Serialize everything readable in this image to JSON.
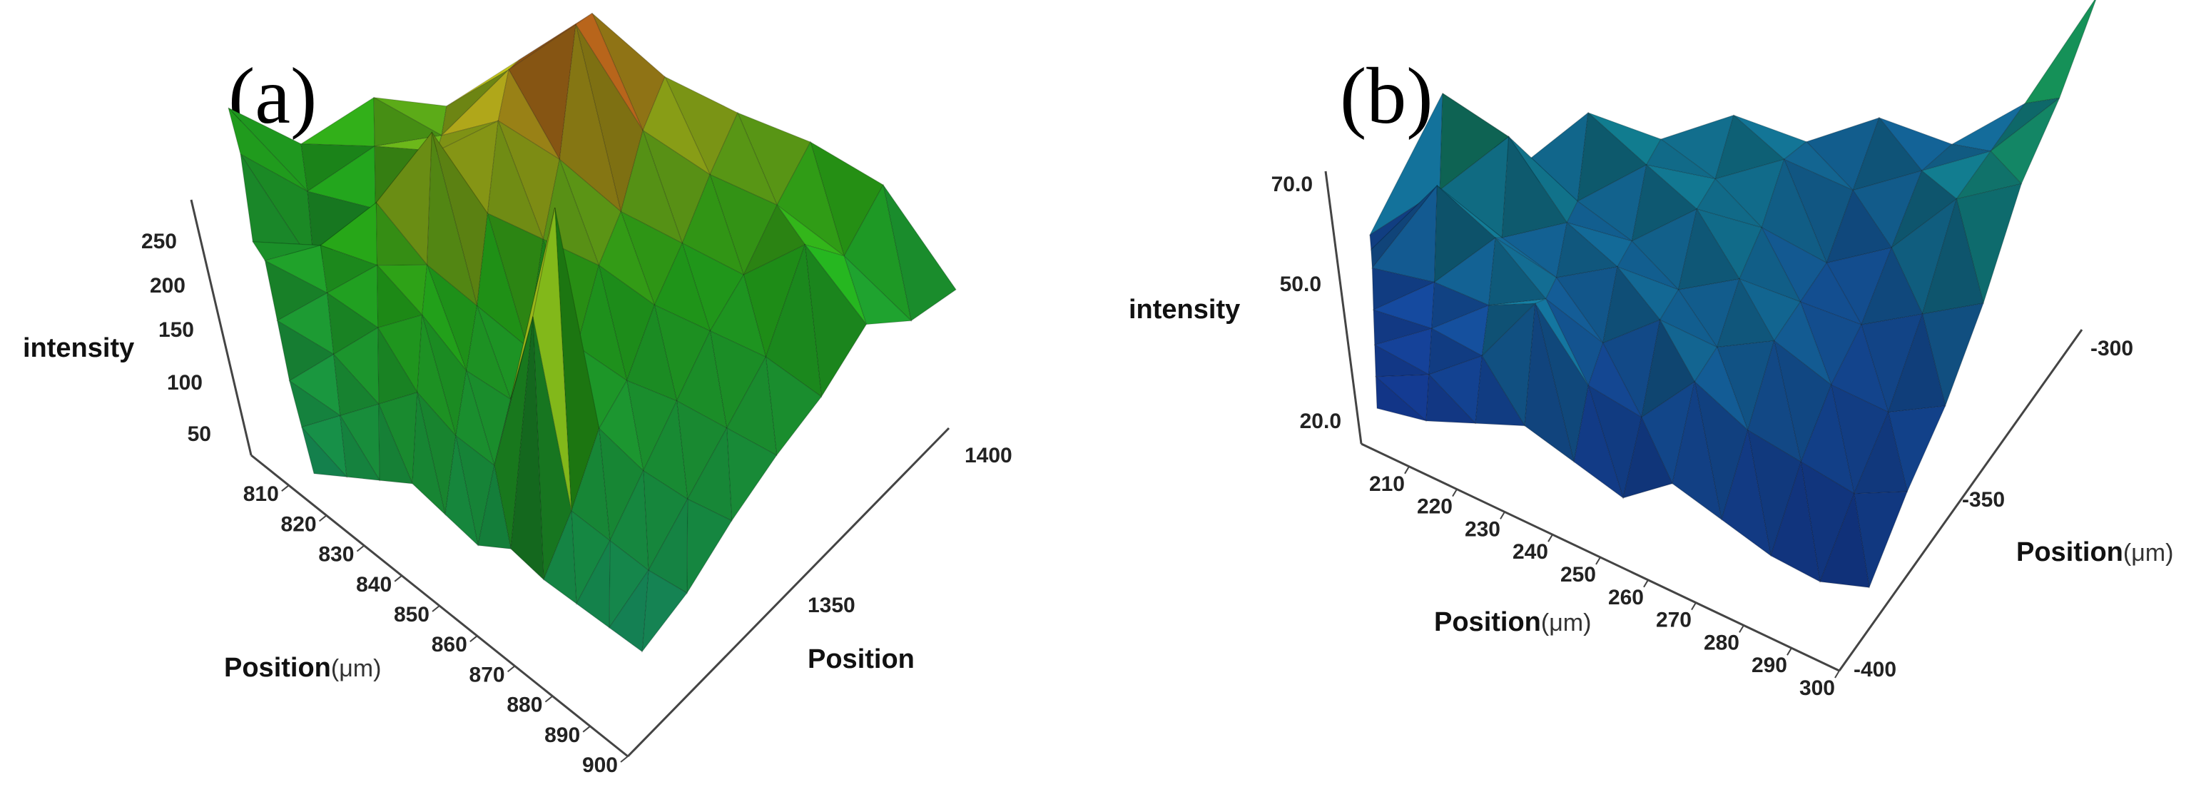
{
  "chart_data": [
    {
      "type": "surface",
      "panel_label": "(a)",
      "z_axis": {
        "title": "intensity",
        "ticks": [
          "50",
          "100",
          "150",
          "200",
          "250"
        ],
        "range": [
          0,
          270
        ]
      },
      "x_axis": {
        "title": "Position",
        "unit": "(μm)",
        "ticks": [
          "810",
          "820",
          "830",
          "840",
          "850",
          "860",
          "870",
          "880",
          "890",
          "900"
        ],
        "range": [
          800,
          900
        ]
      },
      "y_axis": {
        "title": "Position",
        "unit": "",
        "ticks": [
          "1350",
          "1400"
        ],
        "range": [
          1300,
          1400
        ]
      },
      "colormap": "green-red",
      "grid": false,
      "z": [
        [
          150,
          130,
          170,
          170,
          210,
          250,
          210,
          190,
          175,
          150,
          80
        ],
        [
          140,
          120,
          160,
          175,
          230,
          270,
          200,
          175,
          160,
          130,
          90
        ],
        [
          100,
          90,
          140,
          190,
          220,
          200,
          170,
          155,
          140,
          170,
          120
        ],
        [
          110,
          130,
          170,
          230,
          180,
          170,
          160,
          140,
          130,
          120,
          100
        ],
        [
          90,
          120,
          150,
          160,
          140,
          120,
          130,
          115,
          110,
          100,
          90
        ],
        [
          70,
          100,
          130,
          150,
          120,
          110,
          260,
          110,
          90,
          80,
          75
        ],
        [
          60,
          80,
          100,
          120,
          100,
          90,
          210,
          80,
          70,
          60,
          55
        ],
        [
          50,
          60,
          70,
          80,
          70,
          60,
          70,
          60,
          55,
          50,
          45
        ]
      ]
    },
    {
      "type": "surface",
      "panel_label": "(b)",
      "z_axis": {
        "title": "intensity",
        "ticks": [
          "20.0",
          "50.0",
          "70.0"
        ],
        "range": [
          10,
          80
        ]
      },
      "x_axis": {
        "title": "Position",
        "unit": "(μm)",
        "ticks": [
          "210",
          "220",
          "230",
          "240",
          "250",
          "260",
          "270",
          "280",
          "290",
          "300"
        ],
        "range": [
          200,
          300
        ]
      },
      "y_axis": {
        "title": "Position",
        "unit": "(μm)",
        "ticks": [
          "-400",
          "-350",
          "-300"
        ],
        "range": [
          -400,
          -300
        ]
      },
      "colormap": "blue-green-red",
      "grid": false,
      "z": [
        [
          25,
          65,
          40,
          55,
          45,
          50,
          40,
          45,
          35,
          45,
          75
        ],
        [
          28,
          45,
          60,
          40,
          50,
          45,
          50,
          40,
          45,
          50,
          65
        ],
        [
          30,
          55,
          40,
          45,
          40,
          50,
          45,
          35,
          40,
          55,
          60
        ],
        [
          25,
          35,
          50,
          40,
          45,
          40,
          45,
          40,
          35,
          40,
          45
        ],
        [
          22,
          30,
          40,
          45,
          35,
          45,
          40,
          45,
          35,
          30,
          35
        ],
        [
          20,
          25,
          35,
          55,
          35,
          30,
          45,
          35,
          30,
          25,
          30
        ],
        [
          18,
          20,
          25,
          30,
          25,
          20,
          30,
          25,
          20,
          18,
          22
        ]
      ]
    }
  ]
}
